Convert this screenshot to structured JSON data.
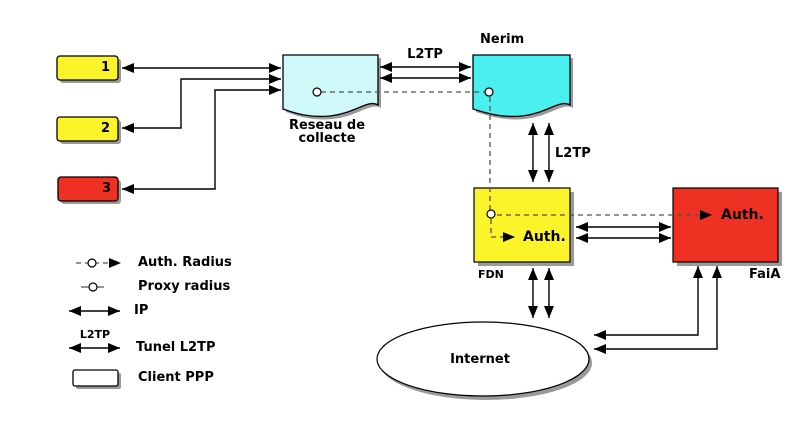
{
  "nodes": {
    "client1": {
      "label": "1"
    },
    "client2": {
      "label": "2"
    },
    "client3": {
      "label": "3"
    },
    "collecte": {
      "label_line1": "Reseau de",
      "label_line2": "collecte"
    },
    "nerim": {
      "label": "Nerim"
    },
    "fdn": {
      "label": "FDN",
      "auth": "Auth."
    },
    "faia": {
      "label": "FaiA",
      "auth": "Auth."
    },
    "internet": {
      "label": "Internet"
    }
  },
  "edges": {
    "l2tp_top": "L2TP",
    "l2tp_side": "L2TP"
  },
  "legend": {
    "l2tp_tag": "L2TP",
    "items": [
      {
        "label": "Auth. Radius"
      },
      {
        "label": "Proxy radius"
      },
      {
        "label": "IP"
      },
      {
        "label": "Tunel L2TP"
      },
      {
        "label": "Client PPP"
      }
    ]
  },
  "colors": {
    "client_yellow": "#FBF42B",
    "client_red": "#EE3123",
    "collecte_fill": "#CFF9F9",
    "nerim_fill": "#4AF0F0",
    "fdn_fill": "#FBF42B",
    "faia_fill": "#EE3123",
    "shadow": "#9A9A9A"
  }
}
